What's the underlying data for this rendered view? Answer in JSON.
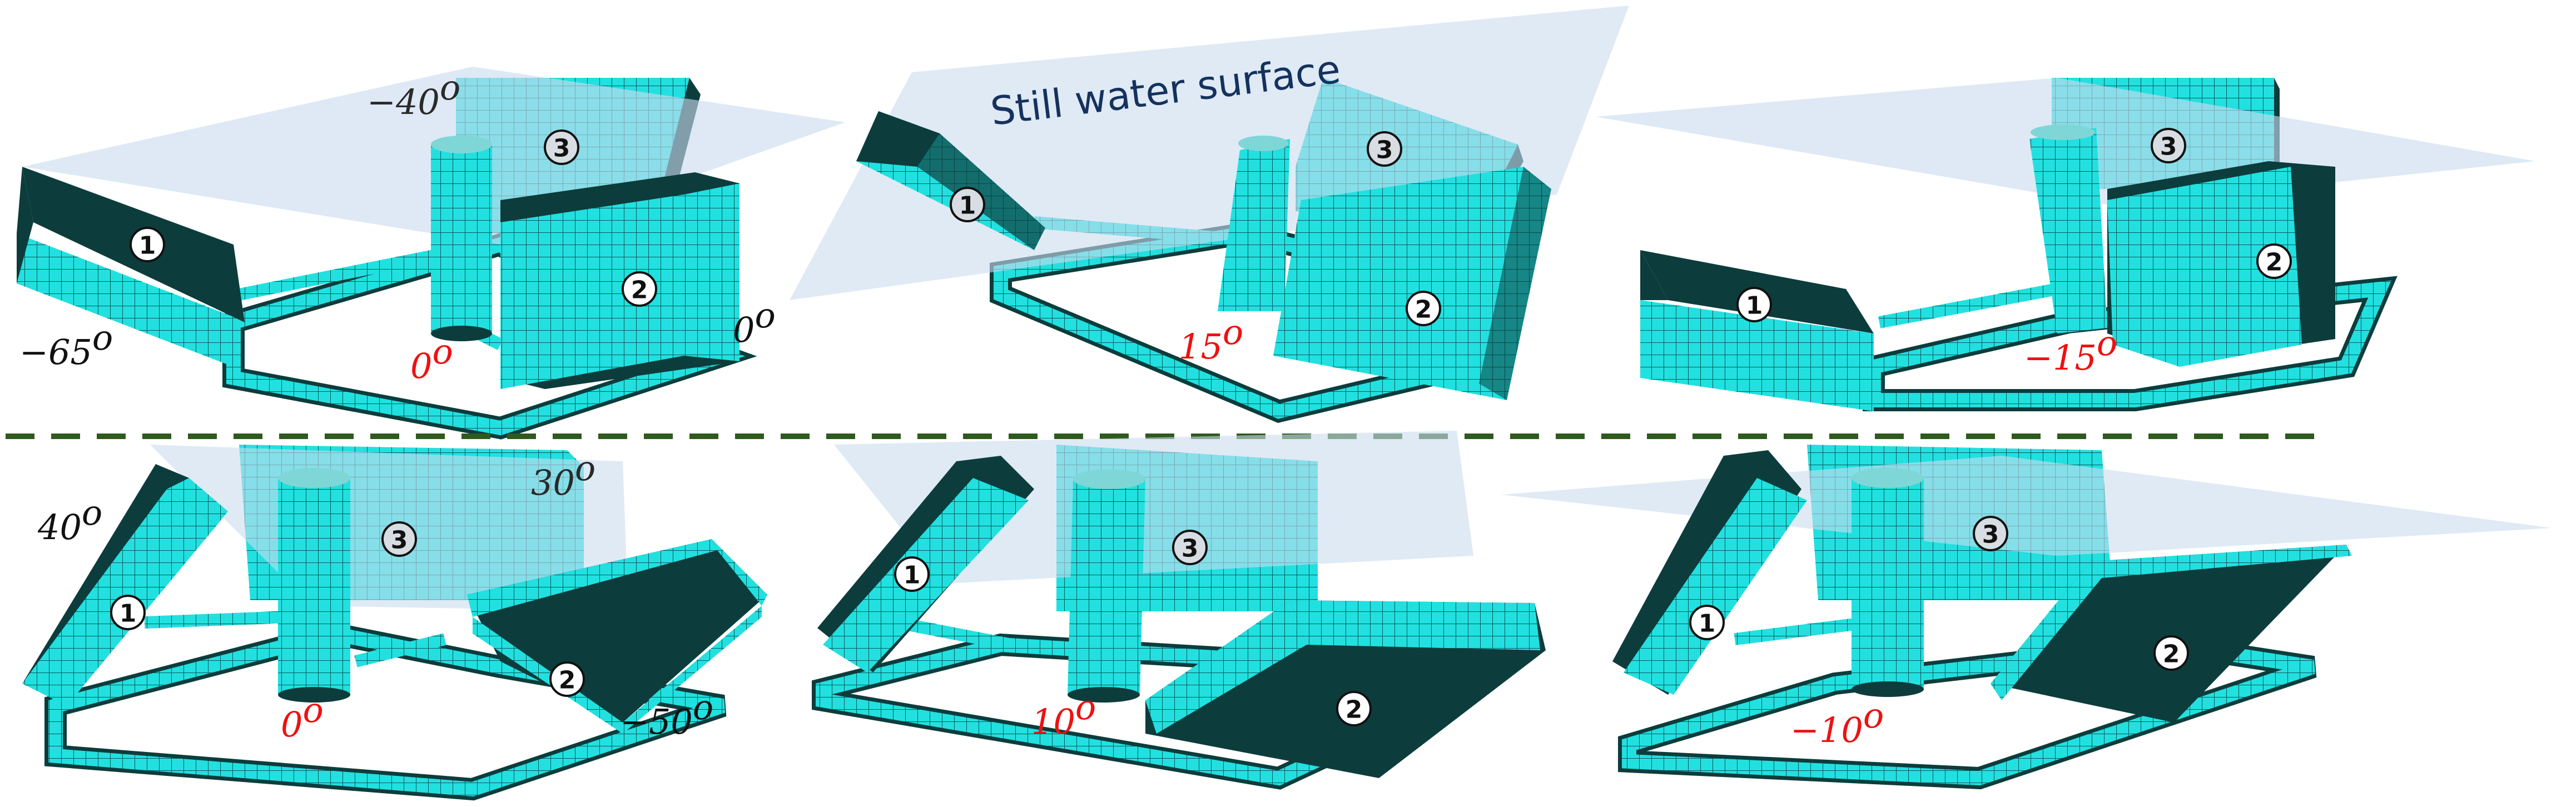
{
  "water_label": "Still water surface",
  "body_numbers": {
    "one": "1",
    "two": "2",
    "three": "3"
  },
  "panels": [
    {
      "id": "top-left",
      "angle_1": "−65",
      "angle_2": "0",
      "angle_3": "−40",
      "center_angle": "0"
    },
    {
      "id": "top-middle",
      "center_angle": "15"
    },
    {
      "id": "top-right",
      "center_angle": "−15"
    },
    {
      "id": "bottom-left",
      "angle_1": "40",
      "angle_2": "−50",
      "angle_3": "30",
      "center_angle": "0"
    },
    {
      "id": "bottom-middle",
      "center_angle": "10"
    },
    {
      "id": "bottom-right",
      "center_angle": "−10"
    }
  ],
  "degree_symbol": "o",
  "colors": {
    "mesh_face": "#22e0e0",
    "mesh_dark": "#0d3c3c",
    "mesh_line": "#0b5a5a",
    "water": "#c9dcef",
    "divider": "#2f5a1e",
    "red_label": "#ee1111"
  }
}
